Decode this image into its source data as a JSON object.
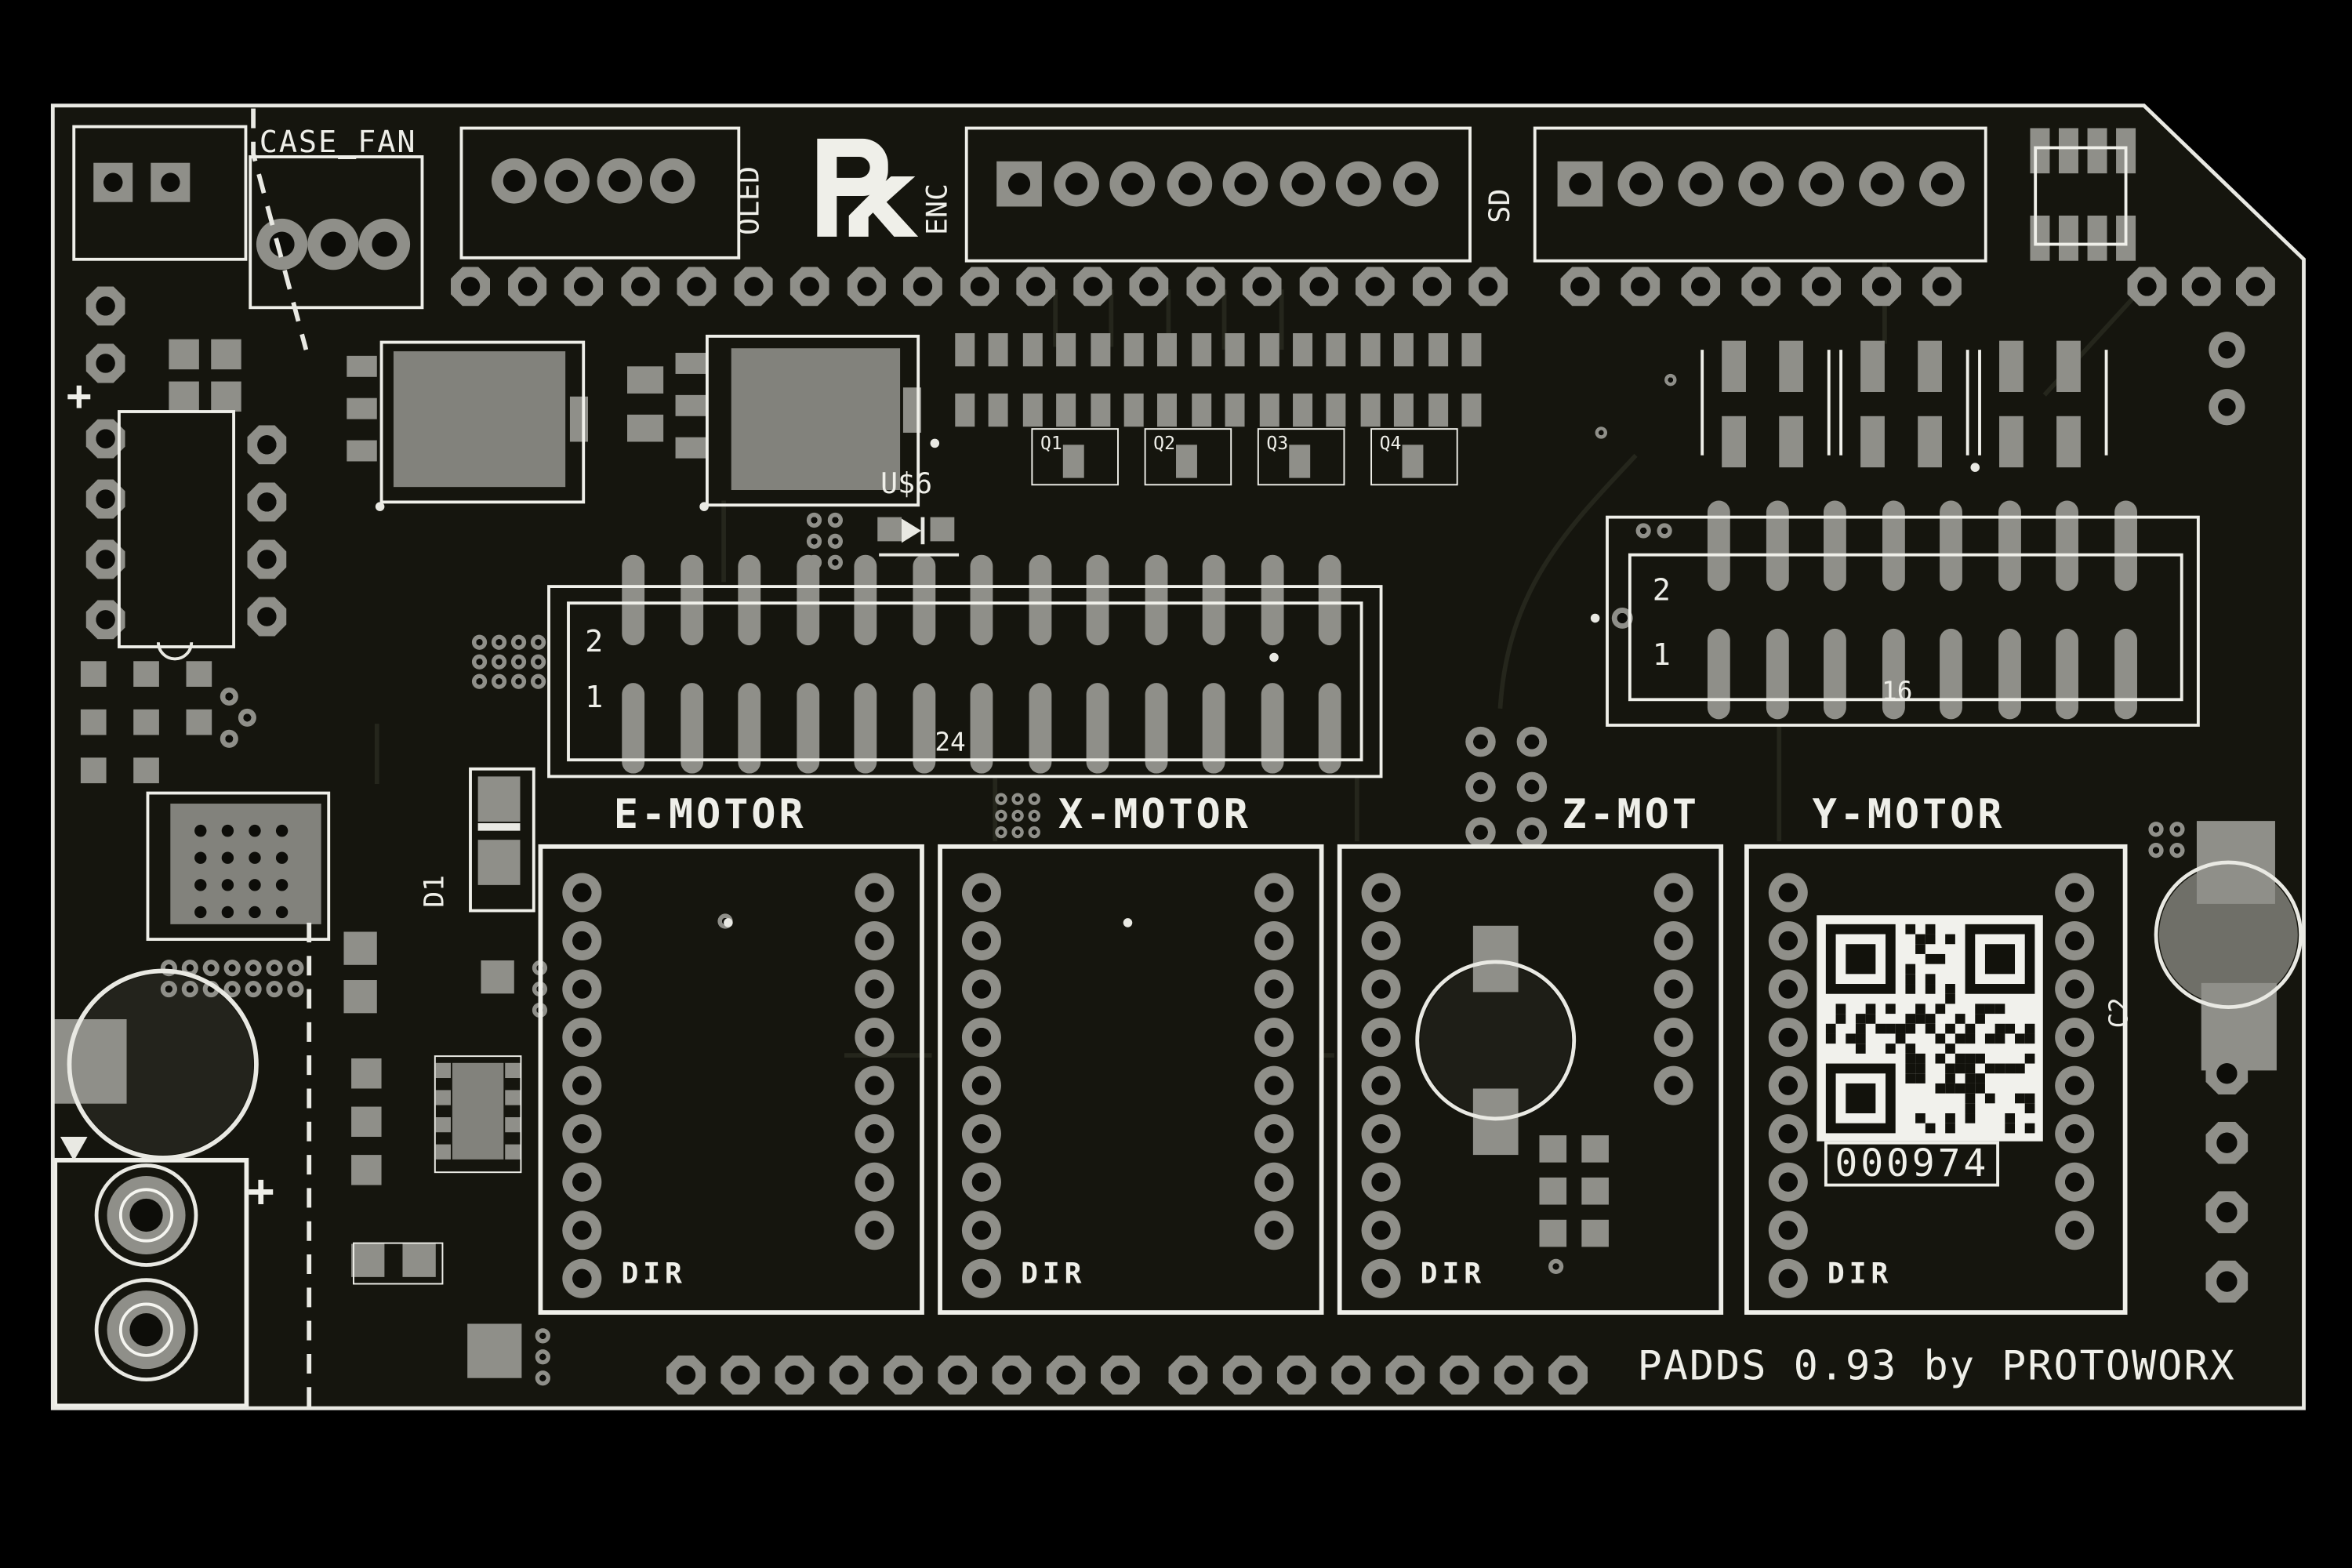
{
  "colors": {
    "background": "#000000",
    "substrate": "#15150e",
    "pad": "#8f8f89",
    "body": "#82827c",
    "silk": "#efefe9",
    "hole": "#0d0d09"
  },
  "labels": {
    "case_fan": "CASE_FAN",
    "oled": "OLED",
    "enc": "ENC",
    "sd": "SD",
    "u6": "U$6",
    "d1": "D1",
    "c2": "C2",
    "q": [
      "Q1",
      "Q2",
      "Q3",
      "Q4"
    ],
    "plus_top": "+",
    "plus_bottom": "+"
  },
  "connector24": {
    "pin2": "2",
    "pin1": "1",
    "count": "24"
  },
  "connector16": {
    "pin2": "2",
    "pin1": "1",
    "count": "16"
  },
  "motors": [
    {
      "label": "E-MOTOR",
      "dir": "DIR"
    },
    {
      "label": "X-MOTOR",
      "dir": "DIR"
    },
    {
      "label": "Z-MOT",
      "dir": "DIR"
    },
    {
      "label": "Y-MOTOR",
      "dir": "DIR"
    }
  ],
  "qr": {
    "serial": "000974"
  },
  "footer": "PADDS 0.93 by PROTOWORX"
}
